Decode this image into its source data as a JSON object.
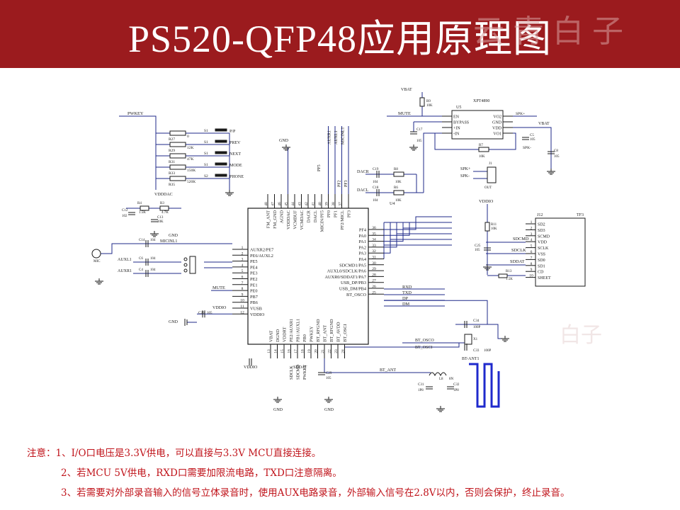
{
  "header": {
    "title": "PS520-QFP48应用原理图",
    "watermark_brand": "云青白子",
    "bg_color": "#9b1b1e"
  },
  "schematic": {
    "chip": {
      "label": "U4"
    },
    "left_pins": [
      "AUXR2/PE7",
      "PE6/AUXL2",
      "PE5",
      "PE4",
      "PE3",
      "PE2",
      "PE1",
      "PE0",
      "PB7",
      "PB6",
      "VUSB",
      "VDDIO"
    ],
    "left_pin_numbers": [
      "1",
      "2",
      "3",
      "4",
      "5",
      "6",
      "7",
      "8",
      "9",
      "10",
      "11",
      "12"
    ],
    "top_pins": [
      "FM_ANT",
      "FM_GND",
      "AGND",
      "VDDDAC",
      "VCMBUF",
      "VCMDAC",
      "DACR",
      "DACL",
      "MICIN/PF5",
      "PF0",
      "PF1",
      "PF2/MICL",
      "PF3"
    ],
    "top_pin_numbers": [
      "48",
      "47",
      "46",
      "45",
      "44",
      "43",
      "42",
      "41",
      "40",
      "39",
      "38",
      "37"
    ],
    "right_pins": [
      "PF4",
      "PA0",
      "PA1",
      "PA2",
      "PA3",
      "PA4",
      "SDCMD1/PA5",
      "AUXL0/SDCLK/PA6",
      "AUXR0/SDDAT1/PA7",
      "USB_DP/PB3",
      "USB_DM/PB4",
      "BT_OSCO"
    ],
    "right_pin_numbers": [
      "36",
      "35",
      "34",
      "33",
      "32",
      "31",
      "30",
      "29",
      "28",
      "27",
      "26",
      "25"
    ],
    "bottom_pins": [
      "VBAT",
      "DGND",
      "VDDRT",
      "PE2/AUXR1",
      "PB1/AUXL1",
      "PB0",
      "PWKEY",
      "BT_RFGND",
      "BT_ANT",
      "BT_RFGND",
      "BT_AVDD",
      "BT_OSCI"
    ],
    "bottom_pin_numbers": [
      "13",
      "14",
      "15",
      "16",
      "17",
      "18",
      "19",
      "20",
      "21",
      "22",
      "23",
      "24"
    ],
    "amp_chip": {
      "ref": "U5",
      "part": "XPT4890",
      "left_pins": [
        "EN",
        "BYPASS",
        "+IN",
        "-IN"
      ],
      "right_pins": [
        "VO2",
        "GND",
        "VDD",
        "VO1"
      ]
    },
    "sd_card": {
      "ref": "J12",
      "title": "TF3",
      "pins": [
        "SD2",
        "SD3",
        "SCMD",
        "VDD",
        "SCLK",
        "VSS",
        "SD0",
        "SD1",
        "CD",
        "SHEET"
      ],
      "pin_numbers": [
        "1",
        "2",
        "3",
        "4",
        "5",
        "6",
        "7",
        "8",
        "9",
        "10"
      ]
    },
    "keys": [
      {
        "res": "R27",
        "val": "0",
        "sw": "S1",
        "label": "P/P"
      },
      {
        "res": "R29",
        "val": "12K",
        "sw": "S1",
        "label": "PREV"
      },
      {
        "res": "R31",
        "val": "47K",
        "sw": "S1",
        "label": "NEXT"
      },
      {
        "res": "R33",
        "val": "150K",
        "sw": "S1",
        "label": "MODE"
      },
      {
        "res": "R35",
        "val": "520K",
        "sw": "S2",
        "label": "PHONE"
      }
    ],
    "net_labels": {
      "pwkey": "PWKEY",
      "vbat": "VBAT",
      "vbat2": "VBAT",
      "mute": "MUTE",
      "mute2": "MUTE",
      "spk_p": "SPK+",
      "spk_n": "SPK-",
      "spk_p2": "SPK+",
      "spk_n2": "SPK-",
      "dacr": "DACR",
      "dacl": "DACL",
      "vdddac": "VDDDAC",
      "micinl": "MICINL1",
      "auxl1": "AUXL1",
      "auxr1": "AUXR1",
      "vddio": "VDDIO",
      "vddio2": "VDDIO",
      "gnd": "GND",
      "sdcmd": "SDCMD",
      "sdclk": "SDCLK",
      "sddat": "SDDAT",
      "rxd": "RXD",
      "txd": "TXD",
      "dp": "DP",
      "dm": "DM",
      "bt_osco": "BT_OSCO",
      "bt_osci": "BT_OSCI",
      "bt_ant": "BT_ANT",
      "bt_ant1": "BT-ANT1",
      "sdclk_b": "SDCLK",
      "sdcmd_b": "SDCMD",
      "pwkey_b": "PWKEY",
      "sddat_b": "SDDAT",
      "pf5": "PF5",
      "auxr1_t": "AUXR1",
      "auxl1_t": "AUXL1",
      "micinl1_t": "MICINL1",
      "pf2": "PF2",
      "pf3": "PF3"
    },
    "passives": {
      "r3": "R3",
      "r3v": "4.7K",
      "r4": "R4",
      "r4v": "1.5K",
      "c12": "C12",
      "c12v": "102",
      "c13": "C13",
      "c13v": "10K",
      "c14": "C14",
      "c14v": "104",
      "c6": "C6",
      "c6v": "104",
      "c4": "C4",
      "c4v": "104",
      "c19": "C19",
      "c19v": "104",
      "c18": "C18",
      "c18v": "104",
      "r6": "R6",
      "r6v": "10K",
      "r8": "R8",
      "r8v": "10K",
      "r9": "R9",
      "r9v": "10K",
      "c17": "C17",
      "c17v": "105",
      "r7": "R7",
      "r7v": "10K",
      "c5": "C5",
      "c5v": "105",
      "c26": "C26",
      "c26v": "105",
      "c8": "C8",
      "c8v": "105",
      "r11": "R11",
      "r11v": "10K",
      "c25": "C25",
      "c25v": "105",
      "r13": "R13",
      "r13v": "1.5K",
      "c24": "C24",
      "c24v": "105",
      "c29": "C29",
      "c29v": "105",
      "c31": "C31",
      "c31v": "1P8",
      "c32": "C32",
      "c32v": "1P8",
      "l8": "L8",
      "l8v": "8N",
      "c34": "C34",
      "c34v": "100P",
      "c33": "C33",
      "c33v": "100P",
      "x1": "X1",
      "j1": "J1",
      "j1v": "OUT",
      "mic": "MIC"
    }
  },
  "notes": {
    "line1": "注意：1、I/O口电压是3.3V供电，可以直接与3.3V MCU直接连接。",
    "line2": "2、若MCU 5V供电，RXD口需要加限流电路，TXD口注意隔离。",
    "line3": "3、若需要对外部录音输入的信号立体录音时，使用AUX电路录音，外部输入信号在2.8V以内，否则会保护，终止录音。"
  }
}
